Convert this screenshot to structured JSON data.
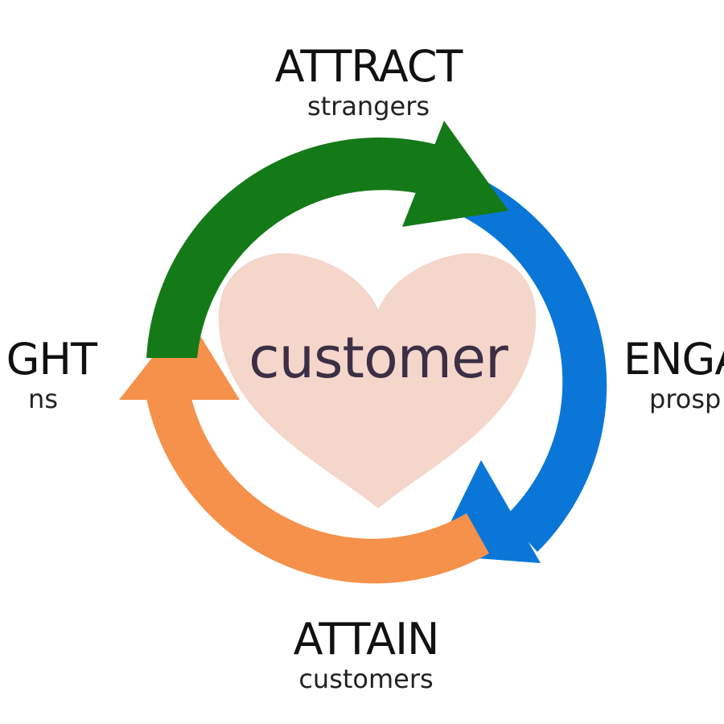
{
  "diagram": {
    "center": {
      "label": "customer",
      "heart_color": "#f5d6cb"
    },
    "stages": {
      "attract": {
        "title": "ATTRACT",
        "subtitle": "strangers",
        "color": "#147a18"
      },
      "engage": {
        "title": "ENGA",
        "subtitle": "prosp",
        "color": "#0a76d8"
      },
      "attain": {
        "title": "ATTAIN",
        "subtitle": "customers",
        "color": "#f5914a"
      },
      "delight": {
        "title": "GHT",
        "subtitle": "ns",
        "color": "#f5914a"
      }
    },
    "text_color": "#111111",
    "center_text_color": "#3b2f45"
  }
}
